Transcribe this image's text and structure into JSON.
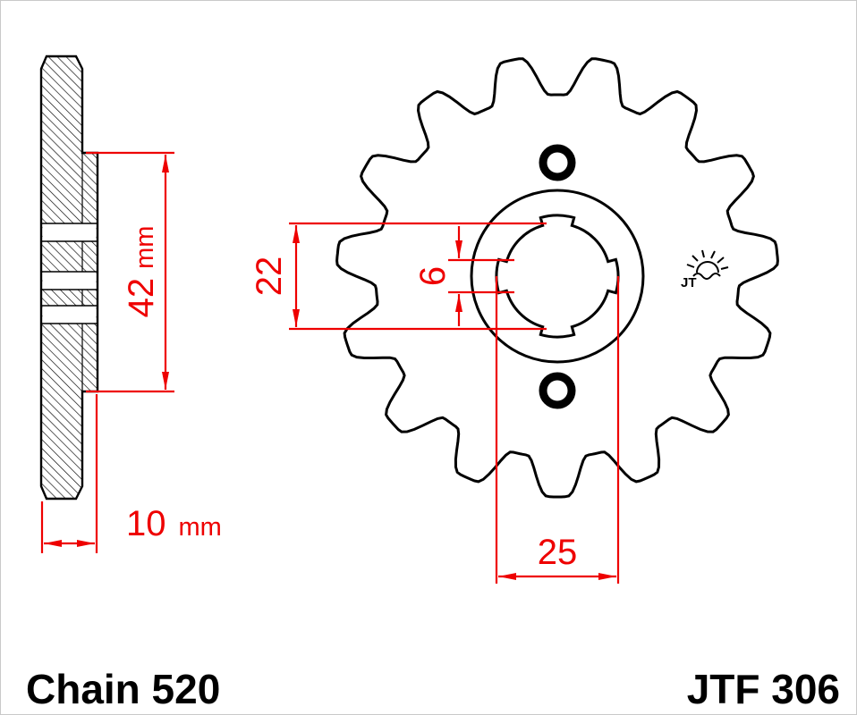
{
  "drawing": {
    "teeth": 15,
    "colors": {
      "dimension": "#ee0000",
      "line": "#000000",
      "background": "#ffffff"
    }
  },
  "dimensions": {
    "hub_length": {
      "value": "42",
      "unit": "mm"
    },
    "bore_diameter": {
      "value": "22"
    },
    "spline_groove": {
      "value": "6"
    },
    "spline_diameter": {
      "value": "25"
    },
    "width": {
      "value": "10",
      "unit": "mm"
    }
  },
  "labels": {
    "chain": "Chain 520",
    "part_number": "JTF 306",
    "logo": "JT"
  }
}
